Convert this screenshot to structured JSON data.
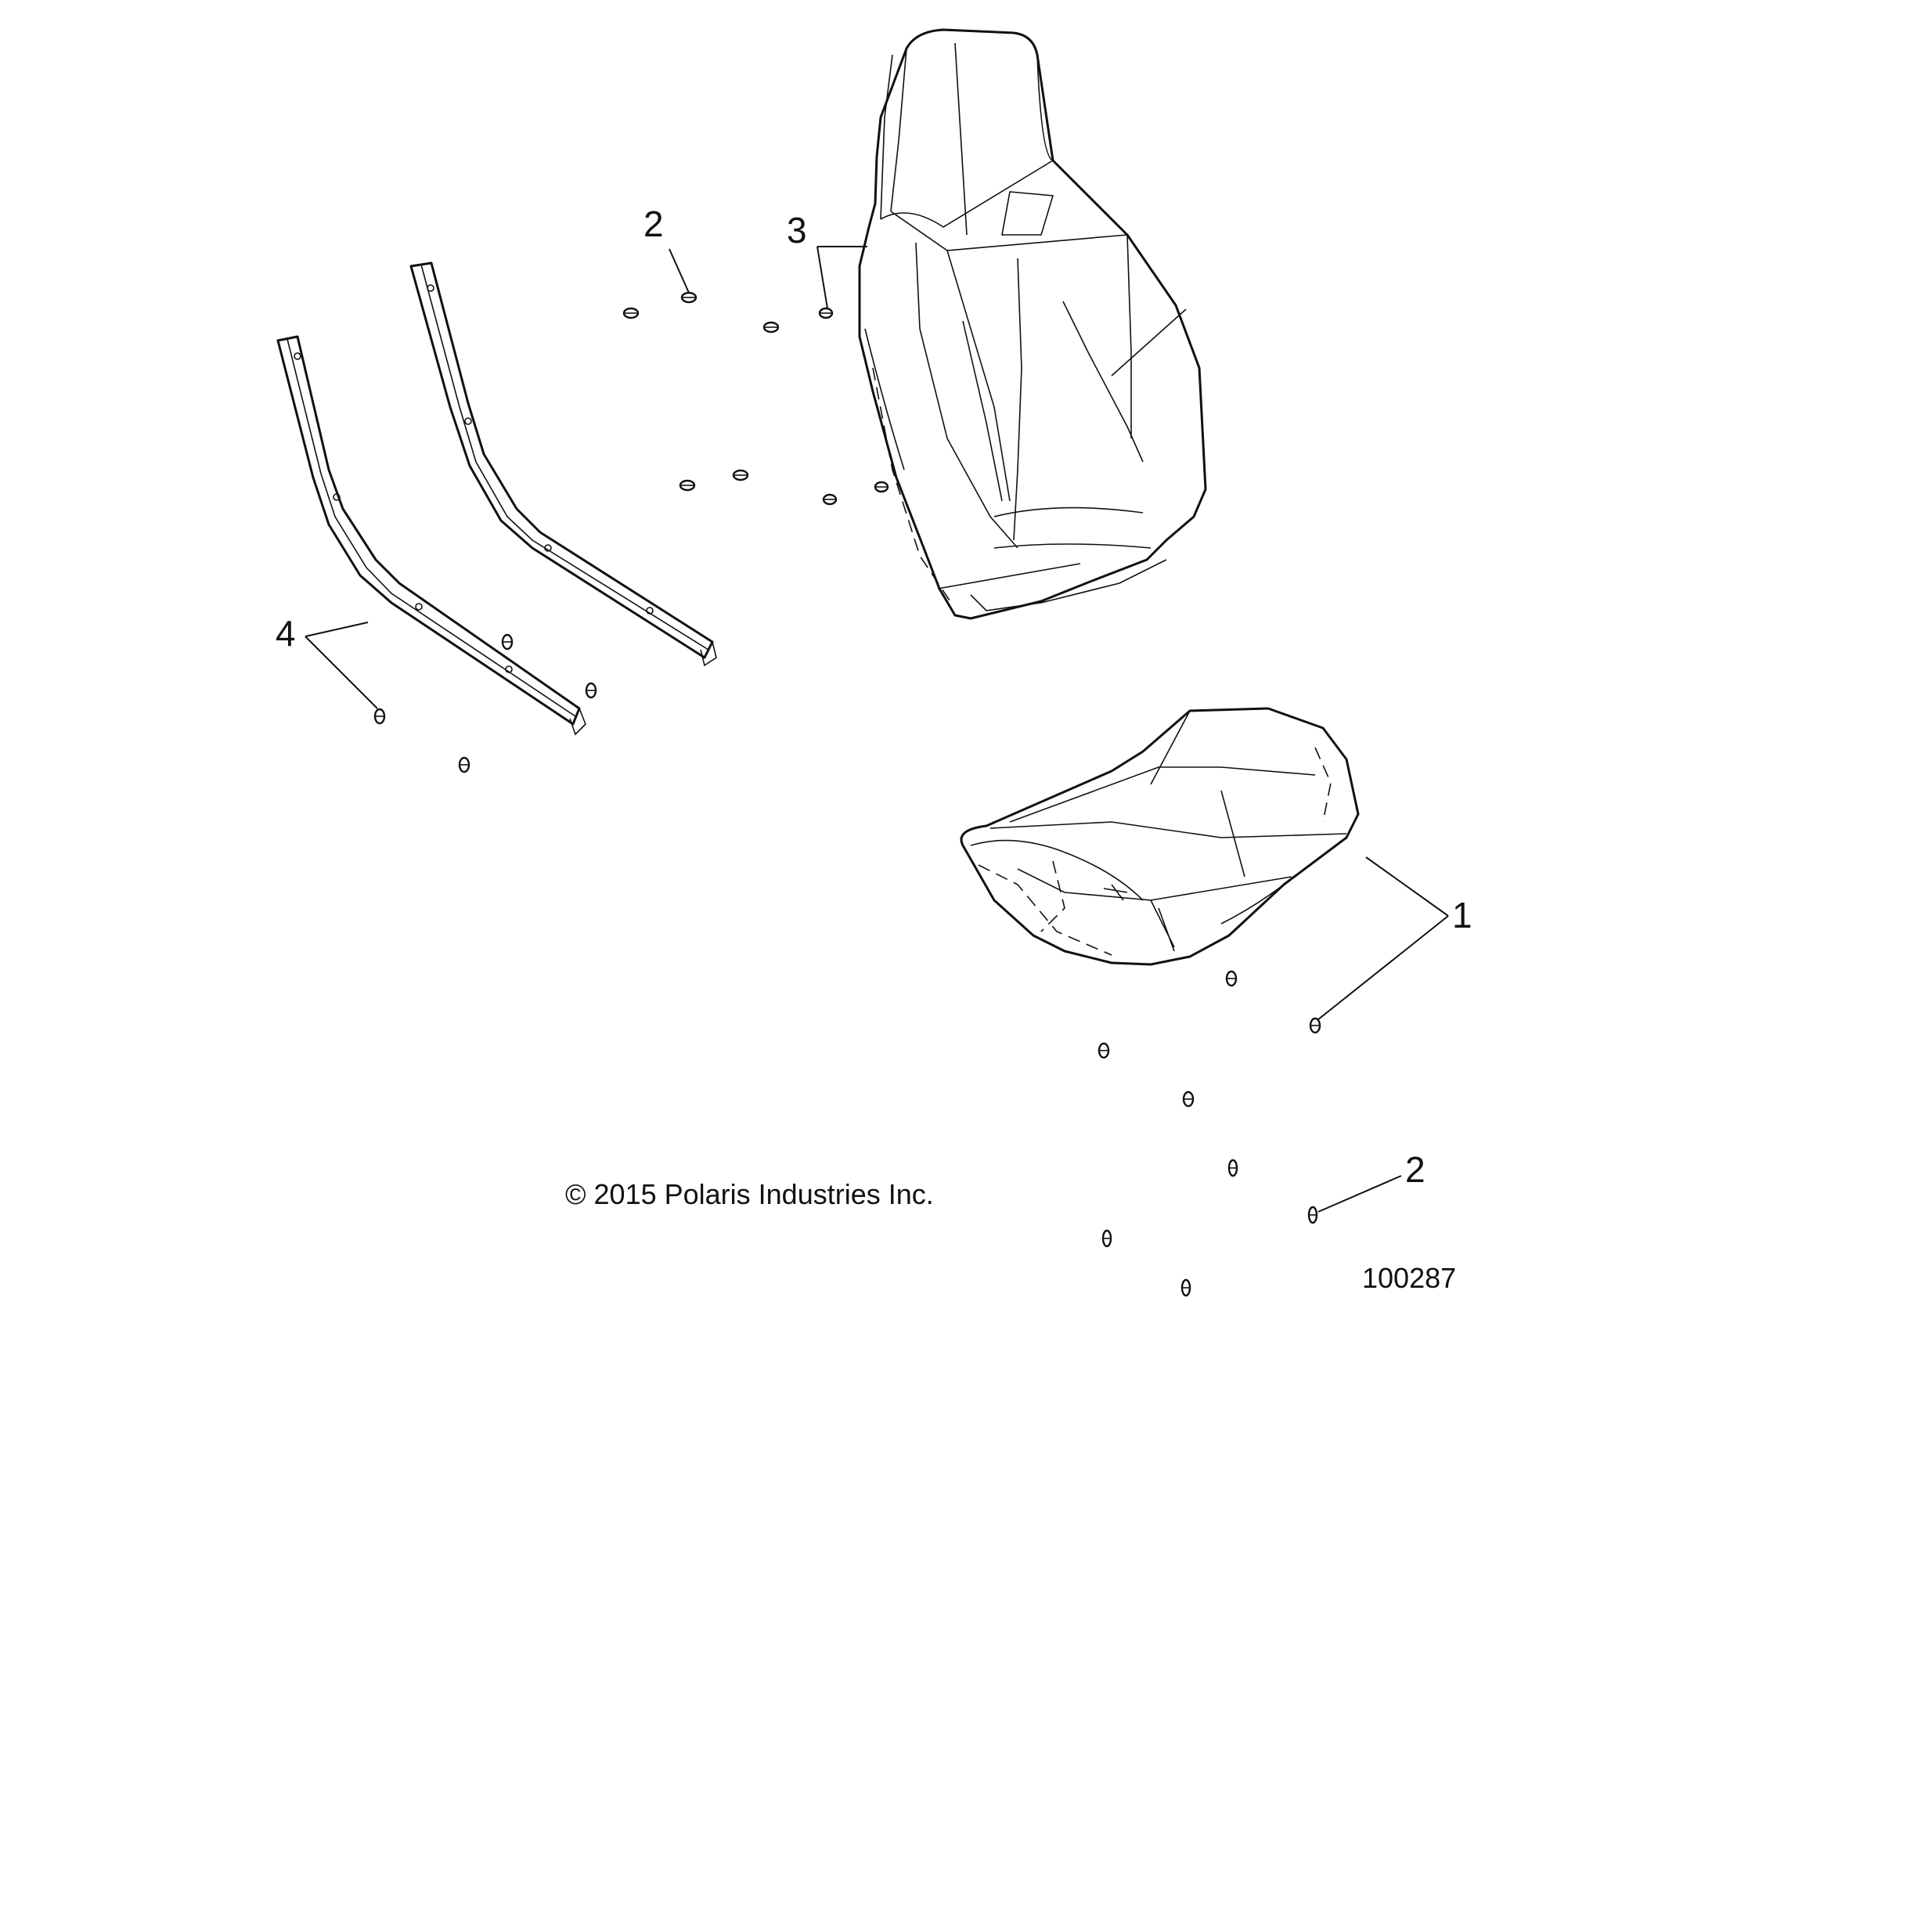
{
  "diagram": {
    "callouts": [
      {
        "id": "callout-1",
        "label": "1"
      },
      {
        "id": "callout-2-upper",
        "label": "2"
      },
      {
        "id": "callout-3",
        "label": "3"
      },
      {
        "id": "callout-4",
        "label": "4"
      },
      {
        "id": "callout-2-lower",
        "label": "2"
      }
    ],
    "copyright": "© 2015 Polaris Industries Inc.",
    "figure_number": "100287",
    "colors": {
      "line": "#111111",
      "background": "#ffffff"
    }
  }
}
